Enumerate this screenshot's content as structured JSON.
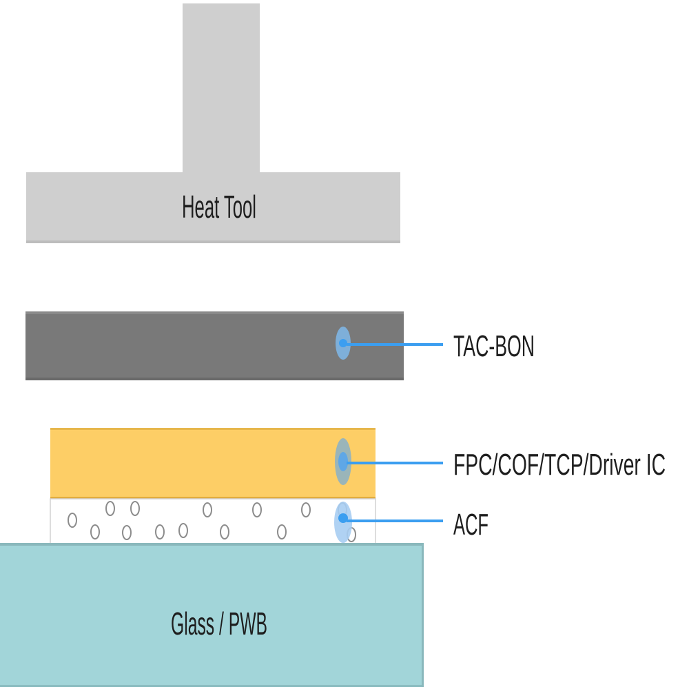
{
  "diagram": {
    "layers": {
      "heat_tool": "Heat Tool",
      "tac_bon": "TAC-BON",
      "fpc": "FPC/COF/TCP/Driver IC",
      "acf": "ACF",
      "substrate": "Glass / PWB"
    },
    "colors": {
      "heat_tool": "#cfcfcf",
      "tac_bon": "#797979",
      "fpc": "#fdce66",
      "acf": "#ffffff",
      "substrate": "#a2d5d9",
      "callout": "#3b9ef0",
      "particle": "#8c8c8c"
    }
  }
}
